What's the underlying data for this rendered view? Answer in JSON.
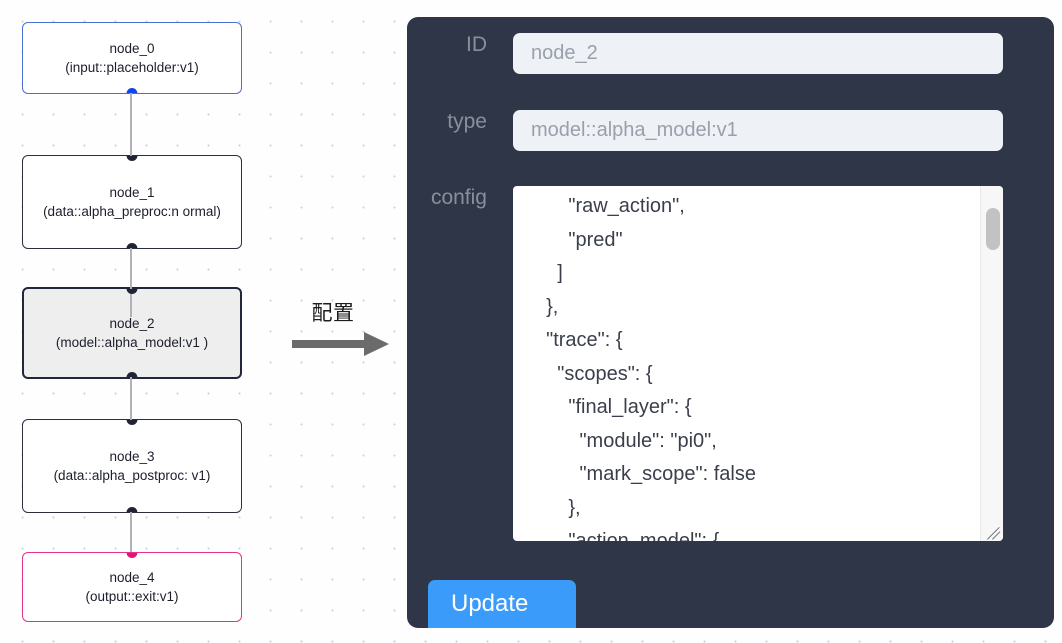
{
  "flow": {
    "nodes": [
      {
        "id": "node_0",
        "title": "node_0",
        "subtitle": "(input::placeholder:v1)",
        "kind": "input",
        "selected": false
      },
      {
        "id": "node_1",
        "title": "node_1",
        "subtitle": "(data::alpha_preproc:n\normal)",
        "kind": "default",
        "selected": false
      },
      {
        "id": "node_2",
        "title": "node_2",
        "subtitle": "(model::alpha_model:v1\n)",
        "kind": "default",
        "selected": true
      },
      {
        "id": "node_3",
        "title": "node_3",
        "subtitle": "(data::alpha_postproc:\nv1)",
        "kind": "default",
        "selected": false
      },
      {
        "id": "node_4",
        "title": "node_4",
        "subtitle": "(output::exit:v1)",
        "kind": "output",
        "selected": false
      }
    ]
  },
  "annotation": {
    "label": "配置",
    "arrow_color": "#6b6b6b"
  },
  "panel": {
    "background_color": "#2e3647",
    "fields": [
      {
        "key": "id",
        "label": "ID",
        "value": "node_2"
      },
      {
        "key": "type",
        "label": "type",
        "value": "model::alpha_model:v1"
      }
    ],
    "config": {
      "label": "config",
      "value": "      \"raw_action\",\n      \"pred\"\n    ]\n  },\n  \"trace\": {\n    \"scopes\": {\n      \"final_layer\": {\n        \"module\": \"pi0\",\n        \"mark_scope\": false\n      },\n      \"action_model\": {"
    },
    "update_button": {
      "label": "Update",
      "color": "#3b9bfa"
    }
  }
}
